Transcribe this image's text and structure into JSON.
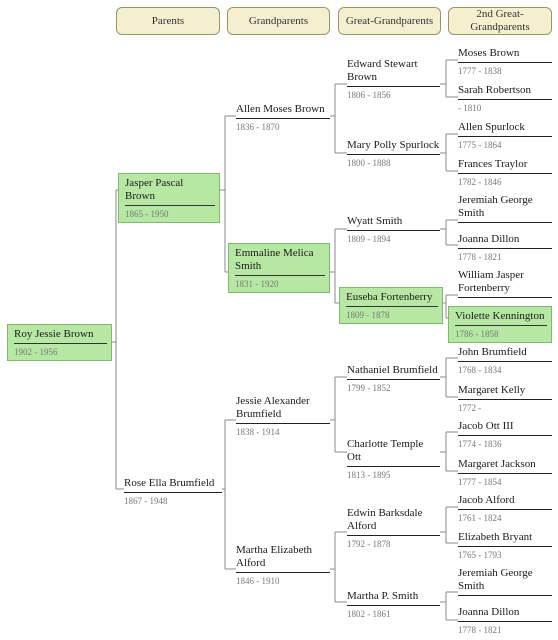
{
  "headers": [
    "Parents",
    "Grandparents",
    "Great-Grandparents",
    "2nd Great-Grandparents"
  ],
  "root": {
    "name": "Roy Jessie Brown",
    "dates": "1902 - 1956"
  },
  "parents": [
    {
      "name": "Jasper Pascal Brown",
      "dates": "1865 - 1950"
    },
    {
      "name": "Rose Ella Brumfield",
      "dates": "1867 - 1948"
    }
  ],
  "grandparents": [
    {
      "name": "Allen Moses Brown",
      "dates": "1836 - 1870"
    },
    {
      "name": "Emmaline Melica Smith",
      "dates": "1831 - 1920"
    },
    {
      "name": "Jessie Alexander Brumfield",
      "dates": "1838 - 1914"
    },
    {
      "name": "Martha Elizabeth Alford",
      "dates": "1846 - 1910"
    }
  ],
  "great_grandparents": [
    {
      "name": "Edward Stewart Brown",
      "dates": "1806 - 1856"
    },
    {
      "name": "Mary Polly Spurlock",
      "dates": "1800 - 1888"
    },
    {
      "name": "Wyatt Smith",
      "dates": "1809 - 1894"
    },
    {
      "name": "Euseba Fortenberry",
      "dates": "1809 - 1878"
    },
    {
      "name": "Nathaniel Brumfield",
      "dates": "1799 - 1852"
    },
    {
      "name": "Charlotte Temple Ott",
      "dates": "1813 - 1895"
    },
    {
      "name": "Edwin Barksdale Alford",
      "dates": "1792 - 1878"
    },
    {
      "name": "Martha P. Smith",
      "dates": "1802 - 1861"
    }
  ],
  "second_great_grandparents": [
    {
      "name": "Moses Brown",
      "dates": "1777 - 1838"
    },
    {
      "name": "Sarah Robertson",
      "dates": "- 1810"
    },
    {
      "name": "Allen Spurlock",
      "dates": "1775 - 1864"
    },
    {
      "name": "Frances Traylor",
      "dates": "1782 - 1846"
    },
    {
      "name": "Jeremiah George Smith",
      "dates": ""
    },
    {
      "name": "Joanna Dillon",
      "dates": "1778 - 1821"
    },
    {
      "name": "William Jasper Fortenberry",
      "dates": ""
    },
    {
      "name": "Violette Kennington",
      "dates": "1786 - 1858"
    },
    {
      "name": "John Brumfield",
      "dates": "1768 - 1834"
    },
    {
      "name": "Margaret Kelly",
      "dates": "1772 -"
    },
    {
      "name": "Jacob Ott III",
      "dates": "1774 - 1836"
    },
    {
      "name": "Margaret Jackson",
      "dates": "1777 - 1854"
    },
    {
      "name": "Jacob Alford",
      "dates": "1761 - 1824"
    },
    {
      "name": "Elizabeth Bryant",
      "dates": "1765 - 1793"
    },
    {
      "name": "Jeremiah George Smith",
      "dates": ""
    },
    {
      "name": "Joanna Dillon",
      "dates": "1778 - 1821"
    }
  ],
  "colors": {
    "header_bg": "#f3efcf",
    "highlight_bg": "#b6e8a4",
    "line": "#888888"
  }
}
